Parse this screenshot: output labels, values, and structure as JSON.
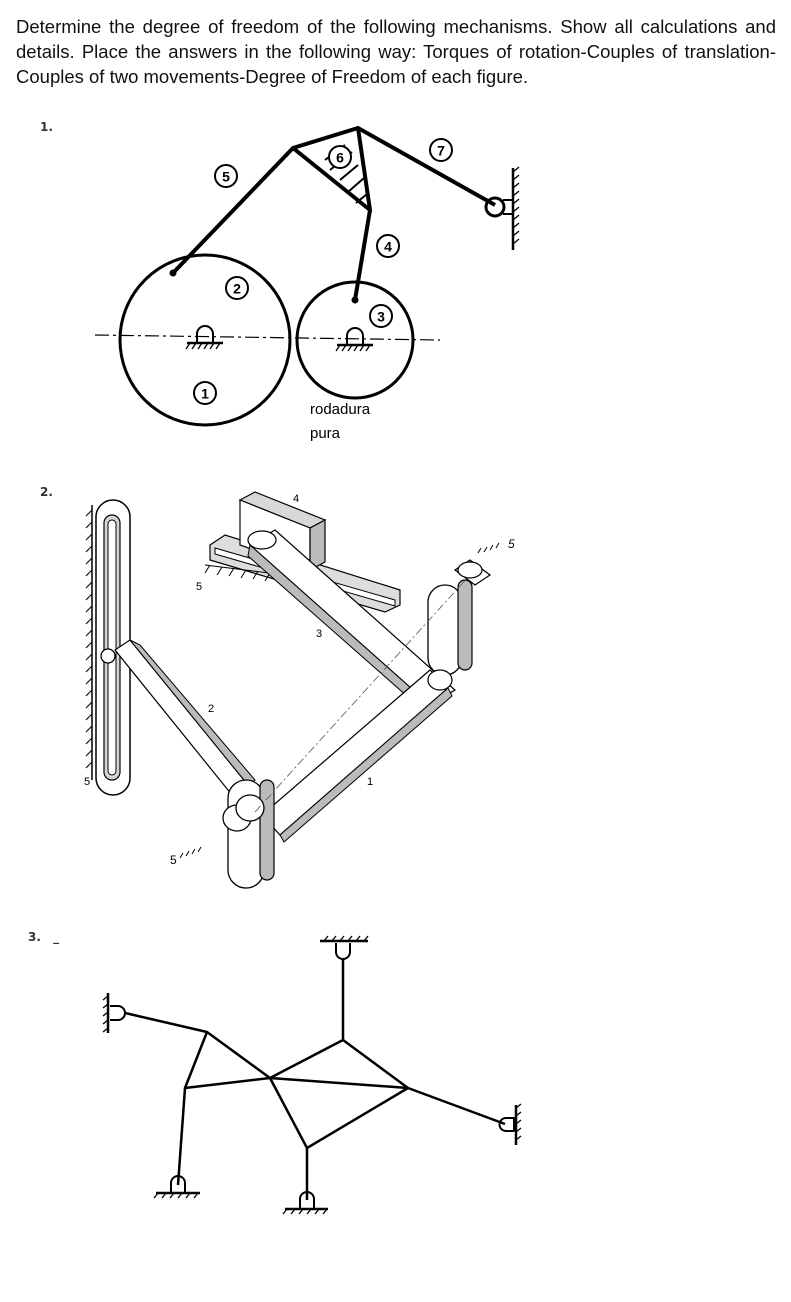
{
  "question": "Determine the degree of freedom of the following mechanisms. Show all calculations and details. Place the answers in the following way: Torques of rotation-Couples of translation-Couples of two movements-Degree of Freedom of each figure.",
  "figures": [
    {
      "number": "1.",
      "link_labels": [
        "1",
        "2",
        "3",
        "4",
        "5",
        "6",
        "7"
      ],
      "note_line1": "rodadura",
      "note_line2": "pura"
    },
    {
      "number": "2.",
      "labels": [
        "4",
        "5",
        "5",
        "3",
        "2",
        "5",
        "1",
        "5"
      ]
    },
    {
      "number": "3.",
      "dash": "_"
    }
  ]
}
